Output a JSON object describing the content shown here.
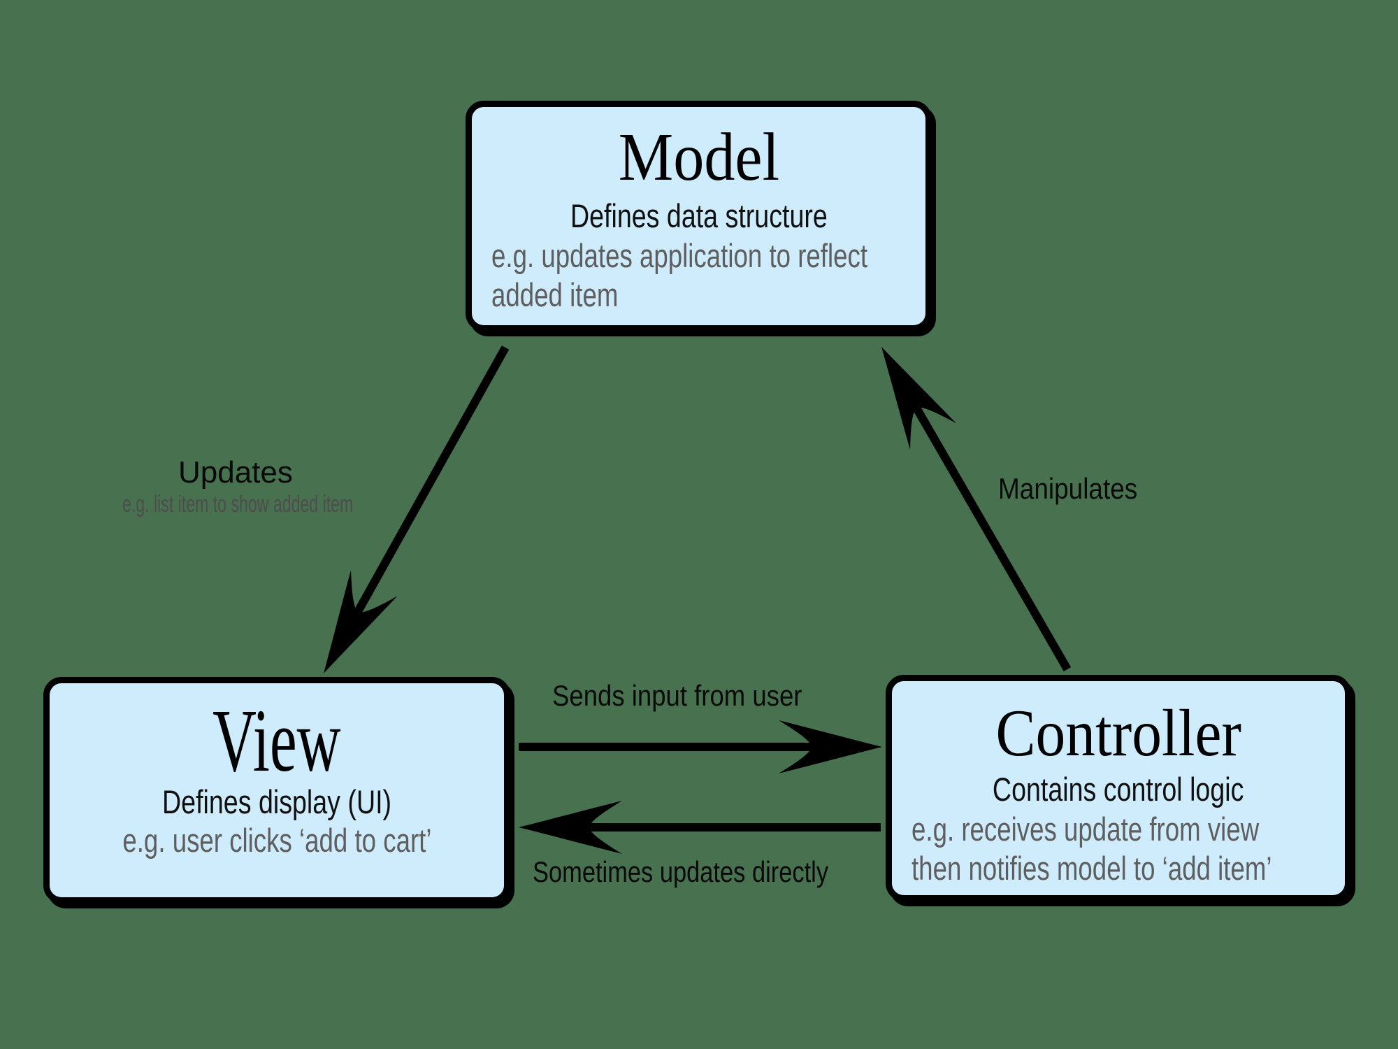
{
  "diagram": {
    "type": "MVC pattern diagram",
    "background_color": "#48714F",
    "box_fill_color": "#CFECFD",
    "box_border_color": "#000000",
    "title_text_color": "#000000",
    "subtitle_text_color": "#101010",
    "example_text_color": "#5E5E5E",
    "arrow_color": "#000000"
  },
  "boxes": {
    "model": {
      "title": "Model",
      "subtitle": "Defines data structure",
      "example_lines": [
        "e.g. updates application to reflect",
        "added item"
      ]
    },
    "view": {
      "title": "View",
      "subtitle": "Defines display (UI)",
      "example_lines": [
        "e.g. user clicks ‘add to cart’"
      ]
    },
    "controller": {
      "title": "Controller",
      "subtitle": "Contains control logic",
      "example_lines": [
        "e.g. receives update from view",
        "then notifies model to ‘add item’"
      ]
    }
  },
  "arrows": {
    "updates": {
      "label": "Updates",
      "sublabel": "e.g. list item to show added item",
      "from": "Model",
      "to": "View"
    },
    "manipulates": {
      "label": "Manipulates",
      "from": "Controller",
      "to": "Model"
    },
    "sends_input": {
      "label": "Sends input from user",
      "from": "View",
      "to": "Controller"
    },
    "updates_directly": {
      "label": "Sometimes updates directly",
      "from": "Controller",
      "to": "View"
    }
  }
}
